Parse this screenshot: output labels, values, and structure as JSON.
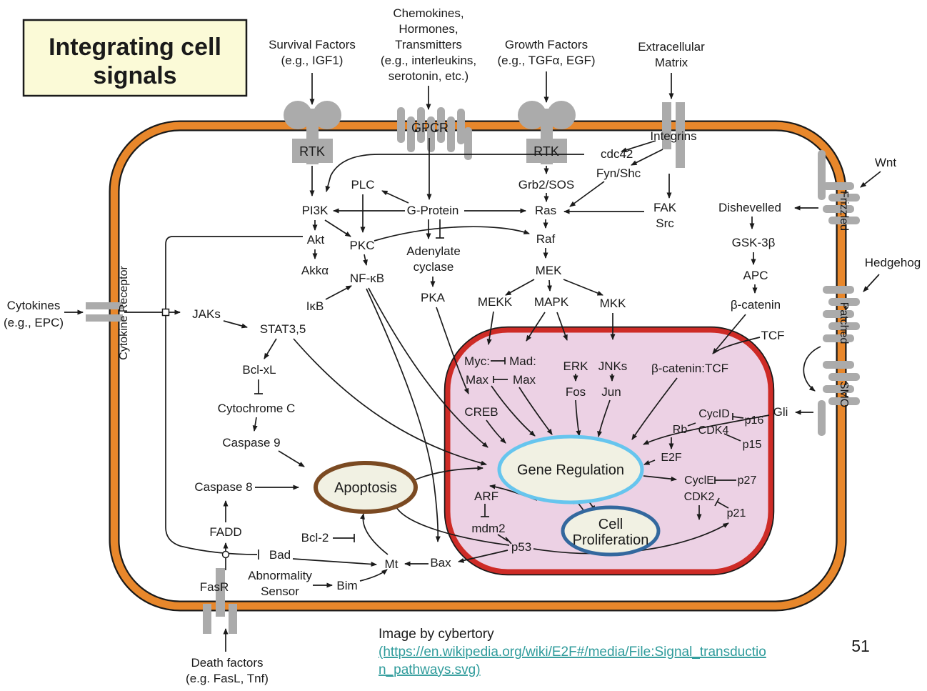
{
  "title": [
    "Integrating cell",
    "signals"
  ],
  "page_number": "51",
  "caption": {
    "author_line": "Image by cybertory",
    "url": "https://en.wikipedia.org/wiki/E2F#/media/File:Signal_transduction_pathways.svg",
    "url_display_line1": "(https://en.wikipedia.org/wiki/E2F#/media/File:Signal_transductio",
    "url_display_line2": "n_pathways.svg)"
  },
  "external_signals": {
    "survival_factors": [
      "Survival Factors",
      "(e.g., IGF1)"
    ],
    "chemokines": [
      "Chemokines,",
      "Hormones,",
      "Transmitters",
      "(e.g., interleukins,",
      "serotonin, etc.)"
    ],
    "growth_factors": [
      "Growth Factors",
      "(e.g., TGFα, EGF)"
    ],
    "extracellular_matrix": [
      "Extracellular",
      "Matrix"
    ],
    "wnt": "Wnt",
    "hedgehog": "Hedgehog",
    "cytokines": [
      "Cytokines",
      "(e.g., EPC)"
    ],
    "death_factors": [
      "Death factors",
      "(e.g. FasL, Tnf)"
    ]
  },
  "receptors": {
    "rtk1": "RTK",
    "gpcr": "GPCR",
    "rtk2": "RTK",
    "integrins": "Integrins",
    "cytokine_receptor": "Cytokine Receptor",
    "frizzled": "Frizzled",
    "patched": "Patched",
    "smo": "SMO",
    "fasr": "FasR"
  },
  "nodes": {
    "cdc42": "cdc42",
    "fyn_shc": "Fyn/Shc",
    "fak": "FAK",
    "src": "Src",
    "grb2_sos": "Grb2/SOS",
    "ras": "Ras",
    "raf": "Raf",
    "mek": "MEK",
    "mekk": "MEKK",
    "mapk": "MAPK",
    "mkk": "MKK",
    "plc": "PLC",
    "g_protein": "G-Protein",
    "pi3k": "PI3K",
    "akt": "Akt",
    "akka": "Akkα",
    "pkc": "PKC",
    "nfkb": "NF-κB",
    "ikb": "IκB",
    "adenylate": [
      "Adenylate",
      "cyclase"
    ],
    "pka": "PKA",
    "jaks": "JAKs",
    "stat35": "STAT3,5",
    "bclxl": "Bcl-xL",
    "cytochrome_c": "Cytochrome C",
    "caspase9": "Caspase 9",
    "caspase8": "Caspase 8",
    "fadd": "FADD",
    "bcl2": "Bcl-2",
    "bad": "Bad",
    "mt": "Mt",
    "bax": "Bax",
    "abnormality": [
      "Abnormality",
      "Sensor"
    ],
    "bim": "Bim",
    "dishevelled": "Dishevelled",
    "gsk3b": "GSK-3β",
    "apc": "APC",
    "b_catenin": "β-catenin",
    "tcf": "TCF",
    "gli": "Gli"
  },
  "nucleus_nodes": {
    "myc": "Myc:",
    "mad": "Mad:",
    "max1": "Max",
    "max2": "Max",
    "erk": "ERK",
    "fos": "Fos",
    "jnks": "JNKs",
    "jun": "Jun",
    "b_catenin_tcf": "β-catenin:TCF",
    "creb": "CREB",
    "cycid": "CycID",
    "cdk4": "CDK4",
    "rb": "Rb",
    "p16": "p16",
    "p15": "p15",
    "e2f": "E2F",
    "cycle": "CyclE",
    "cdk2": "CDK2",
    "p27": "p27",
    "p21": "p21",
    "arf": "ARF",
    "mdm2": "mdm2",
    "p53": "p53"
  },
  "ovals": {
    "apoptosis": "Apoptosis",
    "gene_regulation": "Gene Regulation",
    "cell_proliferation": [
      "Cell",
      "Proliferation"
    ]
  },
  "colors": {
    "membrane_orange": "#E8872B",
    "nucleus_fill": "#ECD1E4",
    "nucleus_border": "#CE2B26",
    "oval_fill": "#F1F1E3",
    "apoptosis_border": "#7B4A22",
    "gene_regulation_border": "#66C5EE",
    "cell_proliferation_border": "#33689E",
    "receptor_gray": "#ABABAB",
    "title_bg": "#FBFAD7",
    "link_teal": "#2E9B9B"
  }
}
